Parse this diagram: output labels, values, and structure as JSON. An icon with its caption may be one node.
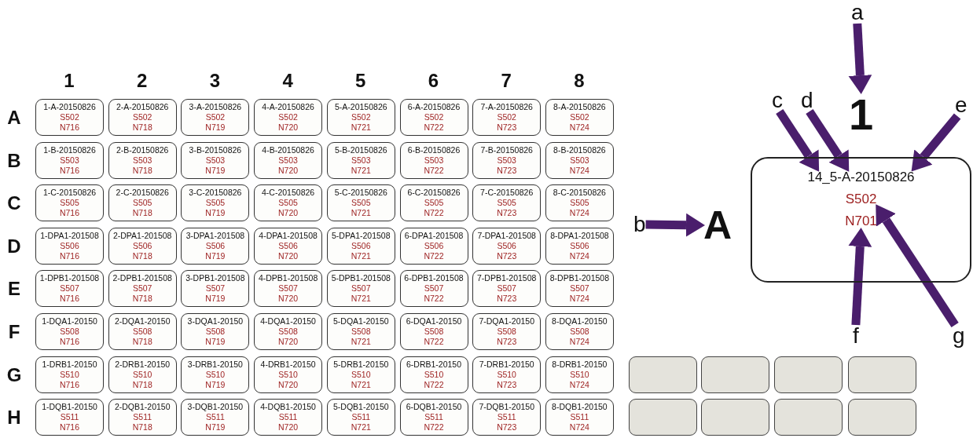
{
  "diagram": {
    "nodes": [
      {
        "text": [
          "1-A-20150826",
          "S502",
          "N716"
        ]
      },
      {
        "text": [
          "2-A-20150826",
          "S502",
          "N718"
        ]
      },
      {
        "text": [
          "3-A-20150826",
          "S502",
          "N719"
        ]
      },
      {
        "text": [
          "4-A-20150826",
          "S502",
          "N720"
        ]
      },
      {
        "text": [
          "5-A-20150826",
          "S502",
          "N721"
        ]
      },
      {
        "text": [
          "6-A-20150826",
          "S502",
          "N722"
        ]
      },
      {
        "text": [
          "7-A-20150826",
          "S502",
          "N723"
        ]
      },
      {
        "text": [
          "8-A-20150826",
          "S502",
          "N724"
        ]
      },
      {
        "text": [
          "1-B-20150826",
          "S503",
          "N716"
        ]
      },
      {
        "text": [
          "2-B-20150826",
          "S503",
          "N718"
        ]
      },
      {
        "text": [
          "3-B-20150826",
          "S503",
          "N719"
        ]
      },
      {
        "text": [
          "4-B-20150826",
          "S503",
          "N720"
        ]
      },
      {
        "text": [
          "5-B-20150826",
          "S503",
          "N721"
        ]
      },
      {
        "text": [
          "6-B-20150826",
          "S503",
          "N722"
        ]
      },
      {
        "text": [
          "7-B-20150826",
          "S503",
          "N723"
        ]
      },
      {
        "text": [
          "8-B-20150826",
          "S503",
          "N724"
        ]
      },
      {
        "text": [
          "1-C-20150826",
          "S505",
          "N716"
        ]
      },
      {
        "text": [
          "2-C-20150826",
          "S505",
          "N718"
        ]
      },
      {
        "text": [
          "3-C-20150826",
          "S505",
          "N719"
        ]
      },
      {
        "text": [
          "4-C-20150826",
          "S505",
          "N720"
        ]
      },
      {
        "text": [
          "5-C-20150826",
          "S505",
          "N721"
        ]
      },
      {
        "text": [
          "6-C-20150826",
          "S505",
          "N722"
        ]
      },
      {
        "text": [
          "7-C-20150826",
          "S505",
          "N723"
        ]
      },
      {
        "text": [
          "8-C-20150826",
          "S505",
          "N724"
        ]
      },
      {
        "text": [
          "1-DPA1-201508",
          "S506",
          "N716"
        ]
      },
      {
        "text": [
          "2-DPA1-201508",
          "S506",
          "N718"
        ]
      },
      {
        "text": [
          "3-DPA1-201508",
          "S506",
          "N719"
        ]
      },
      {
        "text": [
          "4-DPA1-201508",
          "S506",
          "N720"
        ]
      },
      {
        "text": [
          "5-DPA1-201508",
          "S506",
          "N721"
        ]
      },
      {
        "text": [
          "6-DPA1-201508",
          "S506",
          "N722"
        ]
      },
      {
        "text": [
          "7-DPA1-201508",
          "S506",
          "N723"
        ]
      },
      {
        "text": [
          "8-DPA1-201508",
          "S506",
          "N724"
        ]
      },
      {
        "text": [
          "1-DPB1-201508",
          "S507",
          "N716"
        ]
      },
      {
        "text": [
          "2-DPB1-201508",
          "S507",
          "N718"
        ]
      },
      {
        "text": [
          "3-DPB1-201508",
          "S507",
          "N719"
        ]
      },
      {
        "text": [
          "4-DPB1-201508",
          "S507",
          "N720"
        ]
      },
      {
        "text": [
          "5-DPB1-201508",
          "S507",
          "N721"
        ]
      },
      {
        "text": [
          "6-DPB1-201508",
          "S507",
          "N722"
        ]
      },
      {
        "text": [
          "7-DPB1-201508",
          "S507",
          "N723"
        ]
      },
      {
        "text": [
          "8-DPB1-201508",
          "S507",
          "N724"
        ]
      },
      {
        "text": [
          "1-DQA1-20150",
          "S508",
          "N716"
        ]
      },
      {
        "text": [
          "2-DQA1-20150",
          "S508",
          "N718"
        ]
      },
      {
        "text": [
          "3-DQA1-20150",
          "S508",
          "N719"
        ]
      },
      {
        "text": [
          "4-DQA1-20150",
          "S508",
          "N720"
        ]
      },
      {
        "text": [
          "5-DQA1-20150",
          "S508",
          "N721"
        ]
      },
      {
        "text": [
          "6-DQA1-20150",
          "S508",
          "N722"
        ]
      },
      {
        "text": [
          "7-DQA1-20150",
          "S508",
          "N723"
        ]
      },
      {
        "text": [
          "8-DQA1-20150",
          "S508",
          "N724"
        ]
      },
      {
        "text": [
          "1-DRB1-20150",
          "S510",
          "N716"
        ]
      },
      {
        "text": [
          "2-DRB1-20150",
          "S510",
          "N718"
        ]
      },
      {
        "text": [
          "3-DRB1-20150",
          "S510",
          "N719"
        ]
      },
      {
        "text": [
          "4-DRB1-20150",
          "S510",
          "N720"
        ]
      },
      {
        "text": [
          "5-DRB1-20150",
          "S510",
          "N721"
        ]
      },
      {
        "text": [
          "6-DRB1-20150",
          "S510",
          "N722"
        ]
      },
      {
        "text": [
          "7-DRB1-20150",
          "S510",
          "N723"
        ]
      },
      {
        "text": [
          "8-DRB1-20150",
          "S510",
          "N724"
        ]
      },
      {
        "text": [
          "1-DQB1-20150",
          "S511",
          "N716"
        ]
      },
      {
        "text": [
          "2-DQB1-20150",
          "S511",
          "N718"
        ]
      },
      {
        "text": [
          "3-DQB1-20150",
          "S511",
          "N719"
        ]
      },
      {
        "text": [
          "4-DQB1-20150",
          "S511",
          "N720"
        ]
      },
      {
        "text": [
          "5-DQB1-20150",
          "S511",
          "N721"
        ]
      },
      {
        "text": [
          "6-DQB1-20150",
          "S511",
          "N722"
        ]
      },
      {
        "text": [
          "7-DQB1-20150",
          "S511",
          "N723"
        ]
      },
      {
        "text": [
          "8-DQB1-20150",
          "S511",
          "N724"
        ]
      },
      {
        "text": [],
        "shape": "box"
      },
      {
        "text": [],
        "shape": "box"
      },
      {
        "text": [],
        "shape": "box"
      },
      {
        "text": [],
        "shape": "box"
      },
      {
        "text": [],
        "shape": "box"
      },
      {
        "text": [],
        "shape": "box"
      },
      {
        "text": [],
        "shape": "box"
      },
      {
        "text": [],
        "shape": "box"
      },
      {
        "text": [
          "a"
        ]
      },
      {
        "text": [
          "1"
        ]
      },
      {
        "text": [
          "b"
        ]
      },
      {
        "text": [
          "A"
        ]
      },
      {
        "text": [
          "c"
        ]
      },
      {
        "text": [
          "d"
        ]
      },
      {
        "text": [
          "e"
        ]
      },
      {
        "text": [],
        "shape": "box"
      },
      {
        "text": [
          "14_5-A-20150826"
        ],
        "in": 79
      },
      {
        "text": [
          "S502"
        ],
        "in": 79
      },
      {
        "text": [
          "N701"
        ],
        "in": 79
      },
      {
        "text": [
          "f"
        ]
      },
      {
        "text": [
          "g"
        ]
      }
    ],
    "edges": [
      {
        "from": 72,
        "to": 73,
        "arrow": "to"
      },
      {
        "from": 74,
        "to": 75,
        "arrow": "to"
      },
      {
        "from": 76,
        "to": 80,
        "arrow": "to"
      },
      {
        "from": 77,
        "to": 80,
        "arrow": "to"
      },
      {
        "from": 78,
        "to": 80,
        "arrow": "to"
      },
      {
        "from": 83,
        "to": 82,
        "arrow": "to"
      },
      {
        "from": 84,
        "to": 81,
        "arrow": "to"
      }
    ],
    "labels": [
      "1",
      "2",
      "3",
      "4",
      "5",
      "6",
      "7",
      "8",
      "A",
      "B",
      "C",
      "D",
      "E",
      "F",
      "G",
      "H"
    ]
  }
}
